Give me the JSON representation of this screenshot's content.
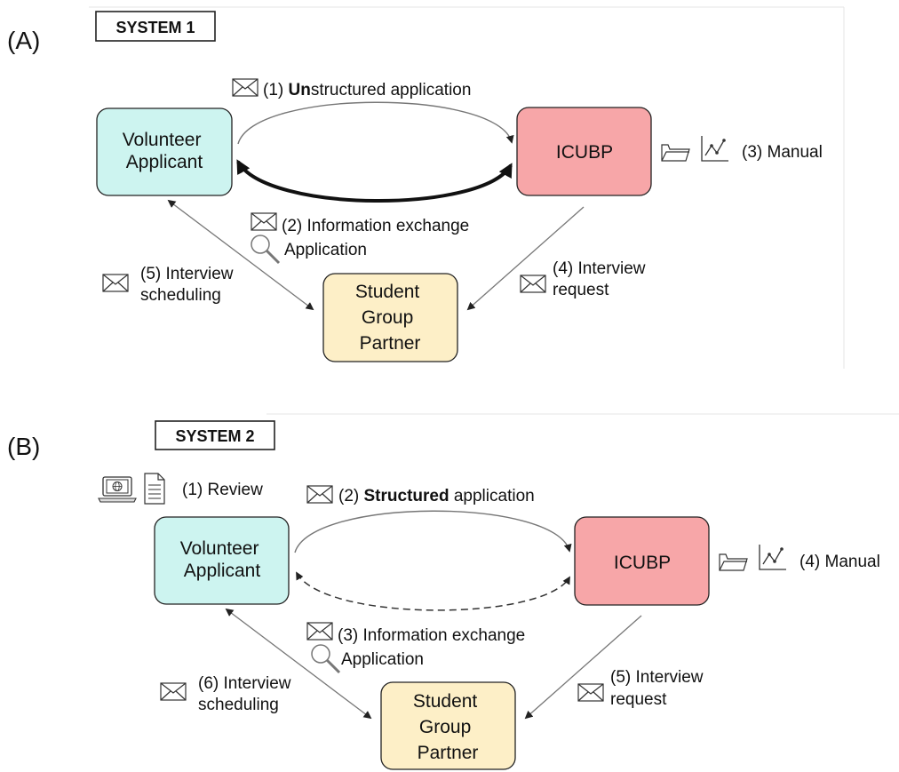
{
  "panels": [
    {
      "panel_label": "(A)",
      "system_label": "SYSTEM 1",
      "nodes": {
        "volunteer": [
          "Volunteer",
          "Applicant"
        ],
        "icubp": [
          "ICUBP"
        ],
        "student": [
          "Student",
          "Group",
          "Partner"
        ]
      },
      "steps": {
        "application": {
          "prefix": "(1) ",
          "bold": "Un",
          "rest": "structured application"
        },
        "exchange": {
          "line1": "(2) Information exchange",
          "line2": "Application"
        },
        "manual": "(3) Manual",
        "request": {
          "line1": "(4) Interview",
          "line2": "request"
        },
        "scheduling": {
          "line1": "(5) Interview",
          "line2": "scheduling"
        }
      }
    },
    {
      "panel_label": "(B)",
      "system_label": "SYSTEM 2",
      "nodes": {
        "volunteer": [
          "Volunteer",
          "Applicant"
        ],
        "icubp": [
          "ICUBP"
        ],
        "student": [
          "Student",
          "Group",
          "Partner"
        ]
      },
      "steps": {
        "review": "(1) Review",
        "application": {
          "prefix": "(2) ",
          "bold": "Structured",
          "rest": " application"
        },
        "exchange": {
          "line1": "(3) Information exchange",
          "line2": "Application"
        },
        "manual": "(4) Manual",
        "request": {
          "line1": "(5) Interview",
          "line2": "request"
        },
        "scheduling": {
          "line1": "(6) Interview",
          "line2": "scheduling"
        }
      }
    }
  ],
  "colors": {
    "volunteer_fill": "#cdf4f0",
    "icubp_fill": "#f7a6a8",
    "student_fill": "#fdefc7",
    "stroke": "#222222",
    "arrow_gray": "#777777"
  },
  "icons": [
    "envelope-icon",
    "magnifier-icon",
    "folder-icon",
    "line-chart-icon",
    "laptop-globe-icon",
    "document-icon"
  ]
}
